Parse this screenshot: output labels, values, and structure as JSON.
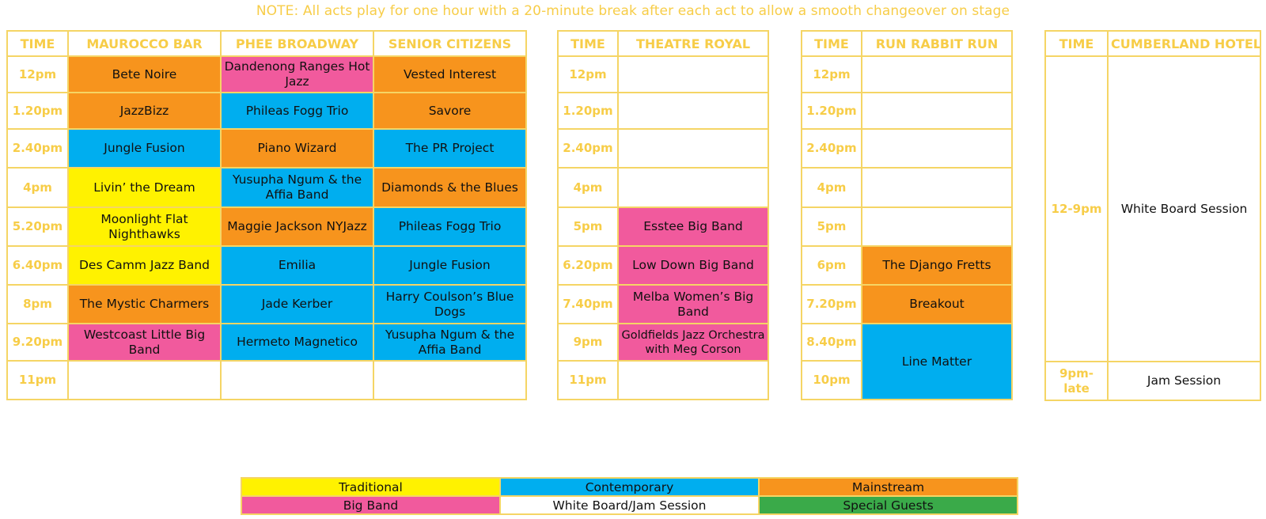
{
  "note": "NOTE: All acts play for one hour with a 20-minute break after each act to allow a smooth changeover on stage",
  "tables": {
    "t1": {
      "headers": [
        "TIME",
        "MAUROCCO BAR",
        "PHEE BROADWAY",
        "SENIOR CITIZENS"
      ],
      "times": [
        "12pm",
        "1.20pm",
        "2.40pm",
        "4pm",
        "5.20pm",
        "6.40pm",
        "8pm",
        "9.20pm",
        "11pm"
      ],
      "maurocco": [
        "Bete Noire",
        "JazzBizz",
        "Jungle Fusion",
        "Livin’ the Dream",
        "Moonlight Flat Nighthawks",
        "Des Camm Jazz Band",
        "The Mystic Charmers",
        "Westcoast Little Big Band",
        ""
      ],
      "phee": [
        "Dandenong Ranges Hot Jazz",
        "Phileas Fogg Trio",
        "Piano Wizard",
        "Yusupha Ngum & the Affia Band",
        "Maggie Jackson NYJazz",
        "Emilia",
        "Jade Kerber",
        "Hermeto Magnetico",
        ""
      ],
      "senior": [
        "Vested Interest",
        "Savore",
        "The PR Project",
        "Diamonds & the Blues",
        "Phileas Fogg Trio",
        "Jungle Fusion",
        "Harry Coulson’s Blue Dogs",
        "Yusupha Ngum & the Affia Band",
        ""
      ]
    },
    "t2": {
      "headers": [
        "TIME",
        "THEATRE ROYAL"
      ],
      "times": [
        "12pm",
        "1.20pm",
        "2.40pm",
        "4pm",
        "5pm",
        "6.20pm",
        "7.40pm",
        "9pm",
        "11pm"
      ],
      "acts": [
        "",
        "",
        "",
        "",
        "Esstee Big Band",
        "Low Down Big Band",
        "Melba Women’s Big Band",
        "Goldfields Jazz Orchestra with Meg Corson",
        ""
      ]
    },
    "t3": {
      "headers": [
        "TIME",
        "RUN RABBIT RUN"
      ],
      "times": [
        "12pm",
        "1.20pm",
        "2.40pm",
        "4pm",
        "5pm",
        "6pm",
        "7.20pm",
        "8.40pm",
        "10pm"
      ],
      "acts": [
        "",
        "",
        "",
        "",
        "",
        "The Django Fretts",
        "Breakout",
        "Line Matter"
      ]
    },
    "t4": {
      "headers": [
        "TIME",
        "CUMBERLAND HOTEL"
      ],
      "times": [
        "12-9pm",
        "9pm-late"
      ],
      "acts": [
        "White Board Session",
        "Jam Session"
      ]
    }
  },
  "legend": {
    "traditional": "Traditional",
    "contemporary": "Contemporary",
    "mainstream": "Mainstream",
    "big_band": "Big Band",
    "white_board": "White Board/Jam Session",
    "special": "Special Guests"
  },
  "colors": {
    "traditional": "#fff200",
    "contemporary": "#00aeef",
    "mainstream": "#f7941d",
    "big_band": "#f15a9d",
    "white_board": "#ffffff",
    "special": "#3aaa49",
    "accent": "#f7cd48"
  }
}
